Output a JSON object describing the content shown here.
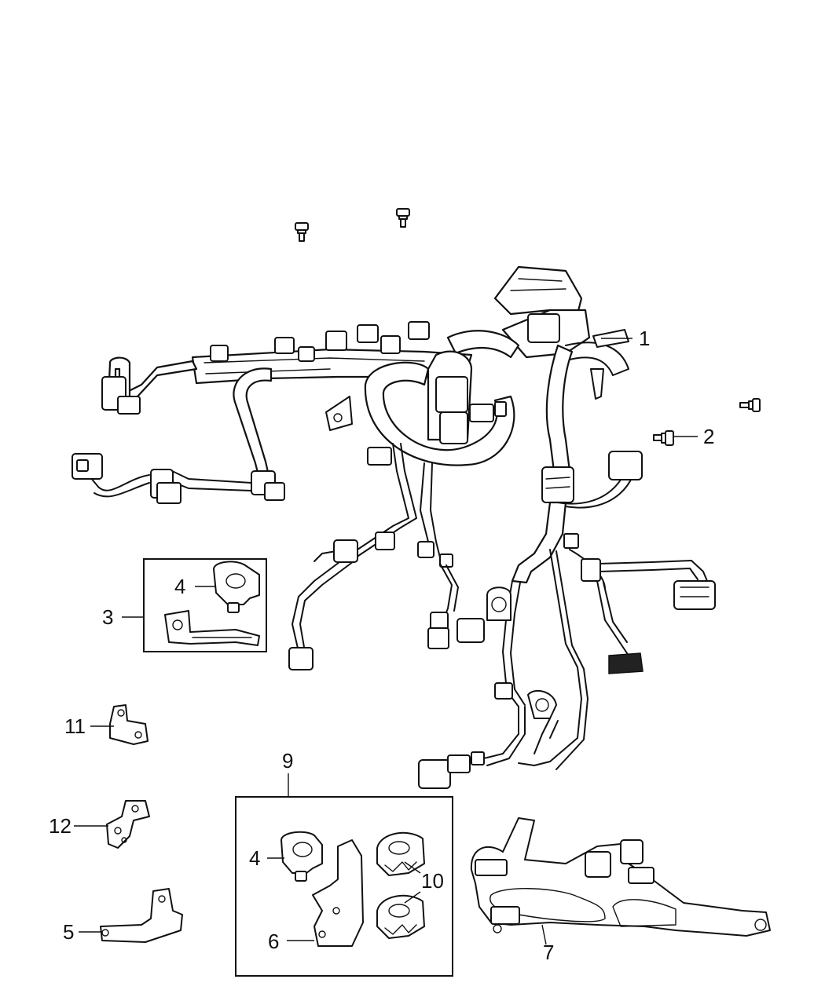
{
  "callouts": [
    {
      "id": "c1",
      "label": "1"
    },
    {
      "id": "c2",
      "label": "2"
    },
    {
      "id": "c3",
      "label": "3"
    },
    {
      "id": "c4a",
      "label": "4"
    },
    {
      "id": "c4b",
      "label": "4"
    },
    {
      "id": "c5",
      "label": "5"
    },
    {
      "id": "c6",
      "label": "6"
    },
    {
      "id": "c7",
      "label": "7"
    },
    {
      "id": "c9",
      "label": "9"
    },
    {
      "id": "c10",
      "label": "10"
    },
    {
      "id": "c11",
      "label": "11"
    },
    {
      "id": "c12",
      "label": "12"
    }
  ]
}
